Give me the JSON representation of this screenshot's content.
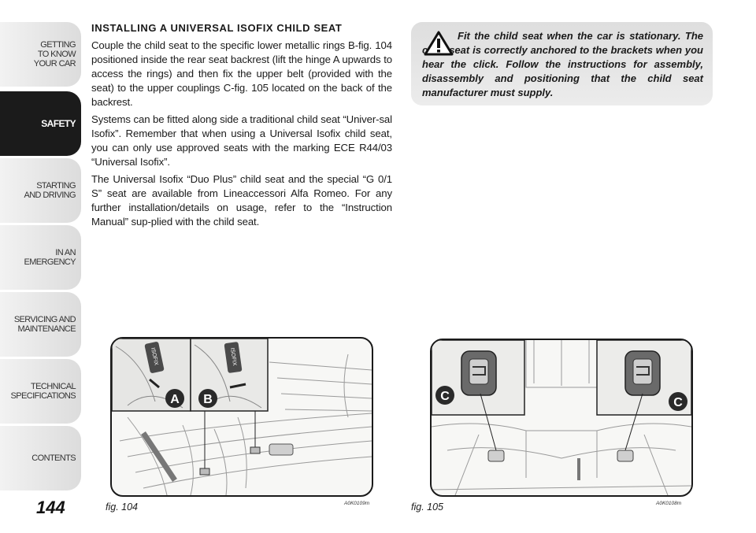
{
  "sidebar": {
    "tabs": [
      {
        "label": "GETTING\nTO KNOW\nYOUR CAR",
        "active": false
      },
      {
        "label": "SAFETY",
        "active": true
      },
      {
        "label": "STARTING\nAND DRIVING",
        "active": false
      },
      {
        "label": "IN AN\nEMERGENCY",
        "active": false
      },
      {
        "label": "SERVICING AND\nMAINTENANCE",
        "active": false
      },
      {
        "label": "TECHNICAL\nSPECIFICATIONS",
        "active": false
      },
      {
        "label": "CONTENTS",
        "active": false
      }
    ]
  },
  "page_number": "144",
  "section": {
    "heading": "INSTALLING A UNIVERSAL ISOFIX CHILD SEAT",
    "paragraphs": [
      "Couple the child seat to the specific lower metallic rings B-fig. 104 positioned inside the rear seat backrest (lift the hinge A upwards to access the rings) and then fix the upper belt (provided with the seat) to the upper couplings C-fig. 105 located on the back of the backrest.",
      "Systems can be fitted along side a traditional child seat “Univer-sal Isofix”. Remember that when using a Universal Isofix child seat, you can only use approved seats with the marking ECE R44/03 “Universal Isofix”.",
      "The Universal Isofix “Duo Plus” child seat and the special “G 0/1 S” seat are available from Lineaccessori Alfa Romeo. For any further installation/details on usage, refer to the “Instruction Manual” sup-plied with the child seat."
    ]
  },
  "warning": {
    "icon": "warning-triangle-icon",
    "text": "Fit the child seat when the car is stationary. The child seat is correctly anchored to the brackets when you hear the click. Follow the instructions for assembly, disassembly and positioning that the child seat manufacturer must supply."
  },
  "figures": [
    {
      "caption": "fig. 104",
      "code": "A0K0109m",
      "callouts": [
        "A",
        "B"
      ],
      "isofix_label": "ISOFIX"
    },
    {
      "caption": "fig. 105",
      "code": "A0K0108m",
      "callouts": [
        "C",
        "C"
      ]
    }
  ],
  "colors": {
    "active_tab": "#1b1b1b",
    "tab": "#e4e4e4",
    "warning_bg": "#e2e2e2",
    "callout": "#2a2a2a"
  }
}
